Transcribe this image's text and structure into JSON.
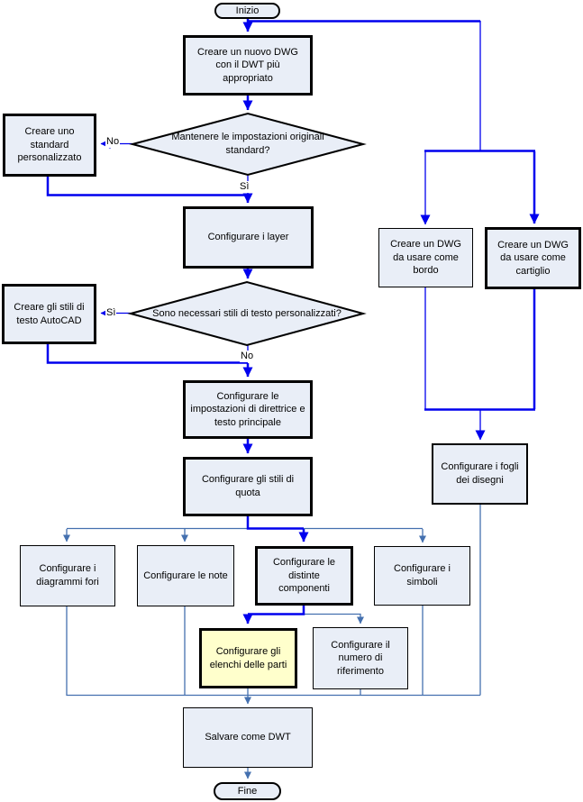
{
  "diagram": {
    "language": "it",
    "type": "flowchart",
    "colors": {
      "main_flow": "#0000ee",
      "secondary_flow": "#4470af",
      "node_fill": "#e9eef7",
      "highlight_fill": "#ffffcc",
      "node_border": "#000000",
      "background": "#ffffff"
    }
  },
  "nodes": {
    "inizio": {
      "label": "Inizio",
      "type": "terminator"
    },
    "creare_dwg": {
      "label": "Creare un nuovo DWG con il DWT più appropriato",
      "type": "process"
    },
    "mantenere": {
      "label": "Mantenere le impostazioni originali standard?",
      "type": "decision"
    },
    "standard": {
      "label": "Creare uno standard personalizzato",
      "type": "process"
    },
    "layer": {
      "label": "Configurare i layer",
      "type": "process"
    },
    "stili_decision": {
      "label": "Sono necessari stili di testo personalizzati?",
      "type": "decision"
    },
    "stili_testo": {
      "label": "Creare gli stili di testo AutoCAD",
      "type": "process"
    },
    "direttrice": {
      "label": "Configurare le impostazioni di direttrice e testo principale",
      "type": "process"
    },
    "quota": {
      "label": "Configurare gli stili di quota",
      "type": "process"
    },
    "bordo": {
      "label": "Creare un DWG da usare come bordo",
      "type": "process"
    },
    "cartiglio": {
      "label": "Creare un DWG da usare come cartiglio",
      "type": "process"
    },
    "fogli": {
      "label": "Configurare i fogli dei disegni",
      "type": "process"
    },
    "fori": {
      "label": "Configurare i diagrammi fori",
      "type": "process"
    },
    "note": {
      "label": "Configurare le note",
      "type": "process"
    },
    "distinte": {
      "label": "Configurare le distinte componenti",
      "type": "process"
    },
    "simboli": {
      "label": "Configurare i simboli",
      "type": "process"
    },
    "elenchi": {
      "label": "Configurare gli elenchi delle parti",
      "type": "process-highlighted"
    },
    "numero": {
      "label": "Configurare il numero di riferimento",
      "type": "process"
    },
    "salvare": {
      "label": "Salvare come DWT",
      "type": "process"
    },
    "fine": {
      "label": "Fine",
      "type": "terminator"
    }
  },
  "edge_labels": {
    "mantenere_no": "No",
    "mantenere_si": "Sì",
    "stili_si": "Sì",
    "stili_no": "No"
  },
  "edges": [
    {
      "from": "inizio",
      "to": "creare_dwg"
    },
    {
      "from": "inizio",
      "to": "bordo"
    },
    {
      "from": "inizio",
      "to": "cartiglio"
    },
    {
      "from": "creare_dwg",
      "to": "mantenere"
    },
    {
      "from": "mantenere",
      "to": "standard",
      "label": "No"
    },
    {
      "from": "mantenere",
      "to": "layer",
      "label": "Sì"
    },
    {
      "from": "standard",
      "to": "layer"
    },
    {
      "from": "layer",
      "to": "stili_decision"
    },
    {
      "from": "stili_decision",
      "to": "stili_testo",
      "label": "Sì"
    },
    {
      "from": "stili_decision",
      "to": "direttrice",
      "label": "No"
    },
    {
      "from": "stili_testo",
      "to": "direttrice"
    },
    {
      "from": "direttrice",
      "to": "quota"
    },
    {
      "from": "quota",
      "to": "fori"
    },
    {
      "from": "quota",
      "to": "note"
    },
    {
      "from": "quota",
      "to": "distinte"
    },
    {
      "from": "quota",
      "to": "simboli"
    },
    {
      "from": "distinte",
      "to": "elenchi"
    },
    {
      "from": "distinte",
      "to": "numero"
    },
    {
      "from": "bordo",
      "to": "fogli"
    },
    {
      "from": "cartiglio",
      "to": "fogli"
    },
    {
      "from": "fori",
      "to": "salvare"
    },
    {
      "from": "note",
      "to": "salvare"
    },
    {
      "from": "elenchi",
      "to": "salvare"
    },
    {
      "from": "numero",
      "to": "salvare"
    },
    {
      "from": "simboli",
      "to": "salvare"
    },
    {
      "from": "fogli",
      "to": "salvare"
    },
    {
      "from": "salvare",
      "to": "fine"
    }
  ]
}
